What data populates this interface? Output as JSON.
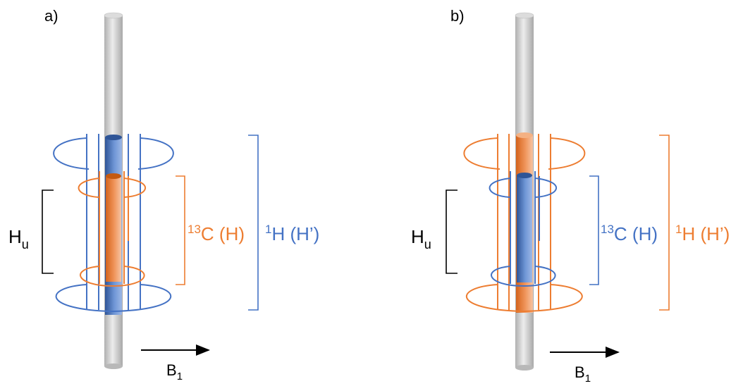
{
  "colors": {
    "blue": "#4472C4",
    "orange": "#ED7D31",
    "rod_light": "#e6e6e6",
    "rod_dark": "#b5b5b5",
    "bracket_black": "#000000"
  },
  "panel_a": {
    "label": "a)",
    "hu_main": "H",
    "hu_sub": "u",
    "inner_sup": "13",
    "inner_text": "C (H)",
    "outer_sup": "1",
    "outer_text": "H (H’)",
    "b1_main": "B",
    "b1_sub": "1",
    "inner_color_name": "orange",
    "outer_color_name": "blue"
  },
  "panel_b": {
    "label": "b)",
    "hu_main": "H",
    "hu_sub": "u",
    "inner_sup": "13",
    "inner_text": "C (H)",
    "outer_sup": "1",
    "outer_text": "H (H’)",
    "b1_main": "B",
    "b1_sub": "1",
    "inner_color_name": "blue",
    "outer_color_name": "orange"
  }
}
